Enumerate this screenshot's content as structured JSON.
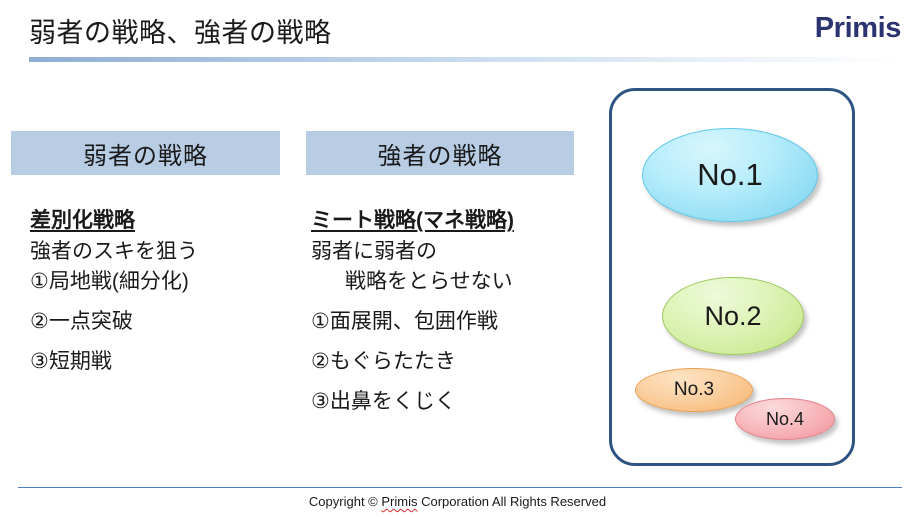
{
  "header": {
    "title": "弱者の戦略、強者の戦略",
    "brand": "Primis",
    "accent_color": "#2b3470",
    "rule_color": "#8fadd4"
  },
  "columns": [
    {
      "id": "weak",
      "header_label": "弱者の戦略",
      "header_bg": "#b8cce4",
      "heading": "差別化戦略",
      "lines": [
        "強者のスキを狙う",
        "①局地戦(細分化)",
        "②一点突破",
        "③短期戦"
      ]
    },
    {
      "id": "strong",
      "header_label": "強者の戦略",
      "header_bg": "#b8cce4",
      "heading": "ミート戦略(マネ戦略)",
      "lines": [
        "弱者に弱者の",
        "戦略をとらせない",
        "①面展開、包囲作戦",
        "②もぐらたたき",
        "③出鼻をくじく"
      ]
    }
  ],
  "market_panel": {
    "border_color": "#2e5482",
    "bubbles": [
      {
        "label": "No.1",
        "color": "#b7edfb",
        "border": "#5bc6e8"
      },
      {
        "label": "No.2",
        "color": "#ddf3b6",
        "border": "#9dc95e"
      },
      {
        "label": "No.3",
        "color": "#fbd0a1",
        "border": "#e8a055"
      },
      {
        "label": "No.4",
        "color": "#f8bcc0",
        "border": "#e38189"
      }
    ]
  },
  "footer": {
    "prefix": "Copyright © ",
    "brand": "Primis",
    "suffix": " Corporation All Rights Reserved",
    "rule_color": "#4a7fc1"
  }
}
